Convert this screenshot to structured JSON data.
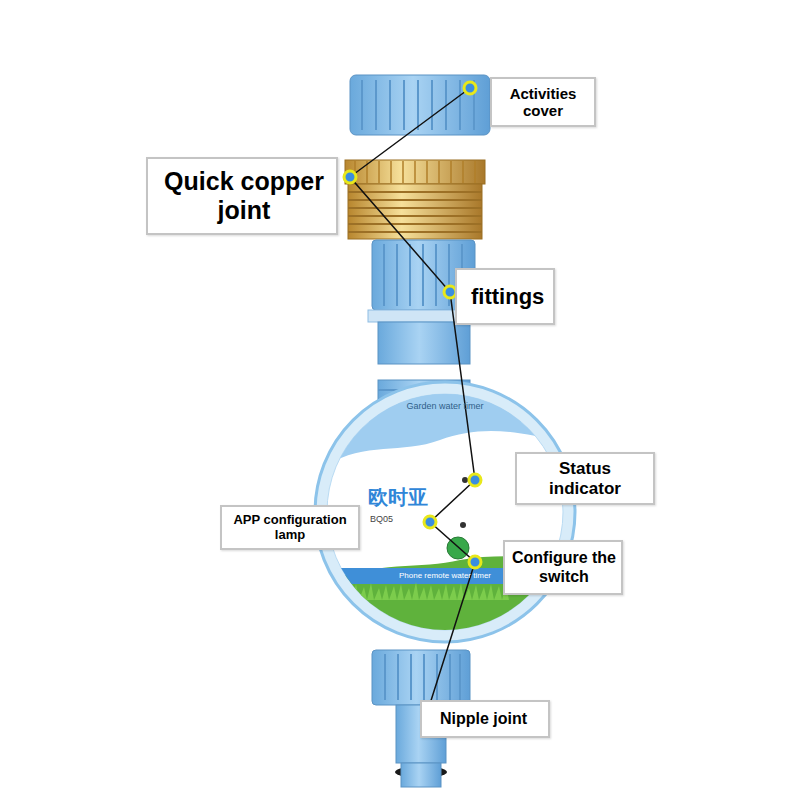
{
  "diagram": {
    "labels": [
      "Activities cover",
      "Quick copper joint",
      "fittings",
      "Status indicator",
      "APP configuration lamp",
      "Configure the switch",
      "Nipple joint",
      "Garden water timer",
      "欧时亚",
      "BQ05",
      "Phone remote water timer"
    ]
  }
}
